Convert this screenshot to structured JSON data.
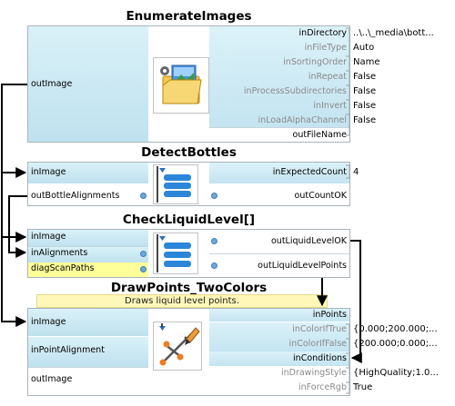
{
  "blocks": {
    "enumerate": {
      "title": "EnumerateImages",
      "out_image": "outImage",
      "inputs": [
        "inDirectory",
        "inFileType",
        "inSortingOrder",
        "inRepeat",
        "inProcessSubdirectories",
        "inInvert",
        "inLoadAlphaChannel"
      ],
      "output_file_name": "outFileName",
      "values": [
        "..\\..\\_media\\bott...",
        "Auto",
        "Name",
        "False",
        "False",
        "False",
        "False"
      ]
    },
    "detect": {
      "title": "DetectBottles",
      "in_image": "inImage",
      "out_bottle_alignments": "outBottleAlignments",
      "in_expected_count": "inExpectedCount",
      "out_count_ok": "outCountOK",
      "expected_count_value": "4"
    },
    "check": {
      "title": "CheckLiquidLevel[]",
      "in_image": "inImage",
      "in_alignments": "inAlignments",
      "diag_scan_paths": "diagScanPaths",
      "out_liquid_level_ok": "outLiquidLevelOK",
      "out_liquid_level_points": "outLiquidLevelPoints"
    },
    "draw": {
      "title": "DrawPoints_TwoColors",
      "description": "Draws liquid level points.",
      "in_image": "inImage",
      "in_point_alignment": "inPointAlignment",
      "out_image": "outImage",
      "inputs": [
        "inPoints",
        "inColorIfTrue",
        "inColorIfFalse",
        "inConditions",
        "inDrawingStyle",
        "inForceRgb"
      ],
      "values": [
        "",
        "{0.000;200.000;...",
        "{200.000;0.000;...",
        "",
        "{HighQuality;1.0...",
        "True"
      ]
    }
  },
  "icons": {
    "enumerate": "folder-images-icon",
    "detect": "array-loop-icon",
    "check": "array-loop-icon",
    "draw": "draw-points-icon"
  },
  "colors": {
    "port_fill": "#c3e4f0",
    "connection": "#000000",
    "description_fill": "#fff7b8",
    "diag_fill": "#ffff99"
  }
}
